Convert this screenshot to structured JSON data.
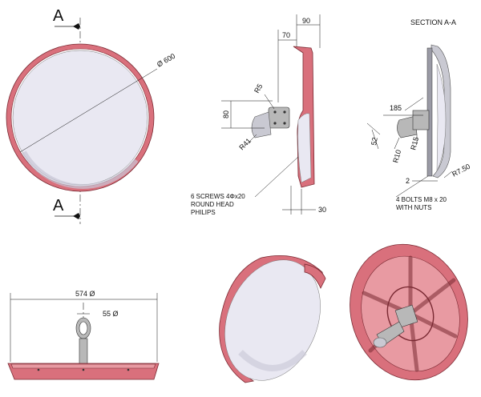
{
  "section_labels": {
    "a_top": "A",
    "a_bottom": "A",
    "section_title": "SECTION A-A"
  },
  "front_view": {
    "dia": "Ø 600"
  },
  "side_view": {
    "dim_90": "90",
    "dim_70": "70",
    "dim_80": "80",
    "dim_r5": "R5",
    "dim_r41": "R41",
    "dim_30": "30",
    "note_line1": "6  SCREWS 4Φx20",
    "note_line2": "ROUND HEAD",
    "note_line3": "PHILIPS"
  },
  "section_view": {
    "dim_185": "185",
    "dim_52": "52",
    "dim_r10": "R10",
    "dim_r15": "R15",
    "dim_2": "2",
    "dim_r750": "R7.50",
    "note_line1": "4 BOLTS M8 x 20",
    "note_line2": "WITH NUTS"
  },
  "bottom_view": {
    "dim_574": "574 Ø",
    "dim_55": "55 Ø"
  },
  "colors": {
    "body_red": "#d9707c",
    "outline": "#7a2a33",
    "glass": "#e9e8f2"
  }
}
